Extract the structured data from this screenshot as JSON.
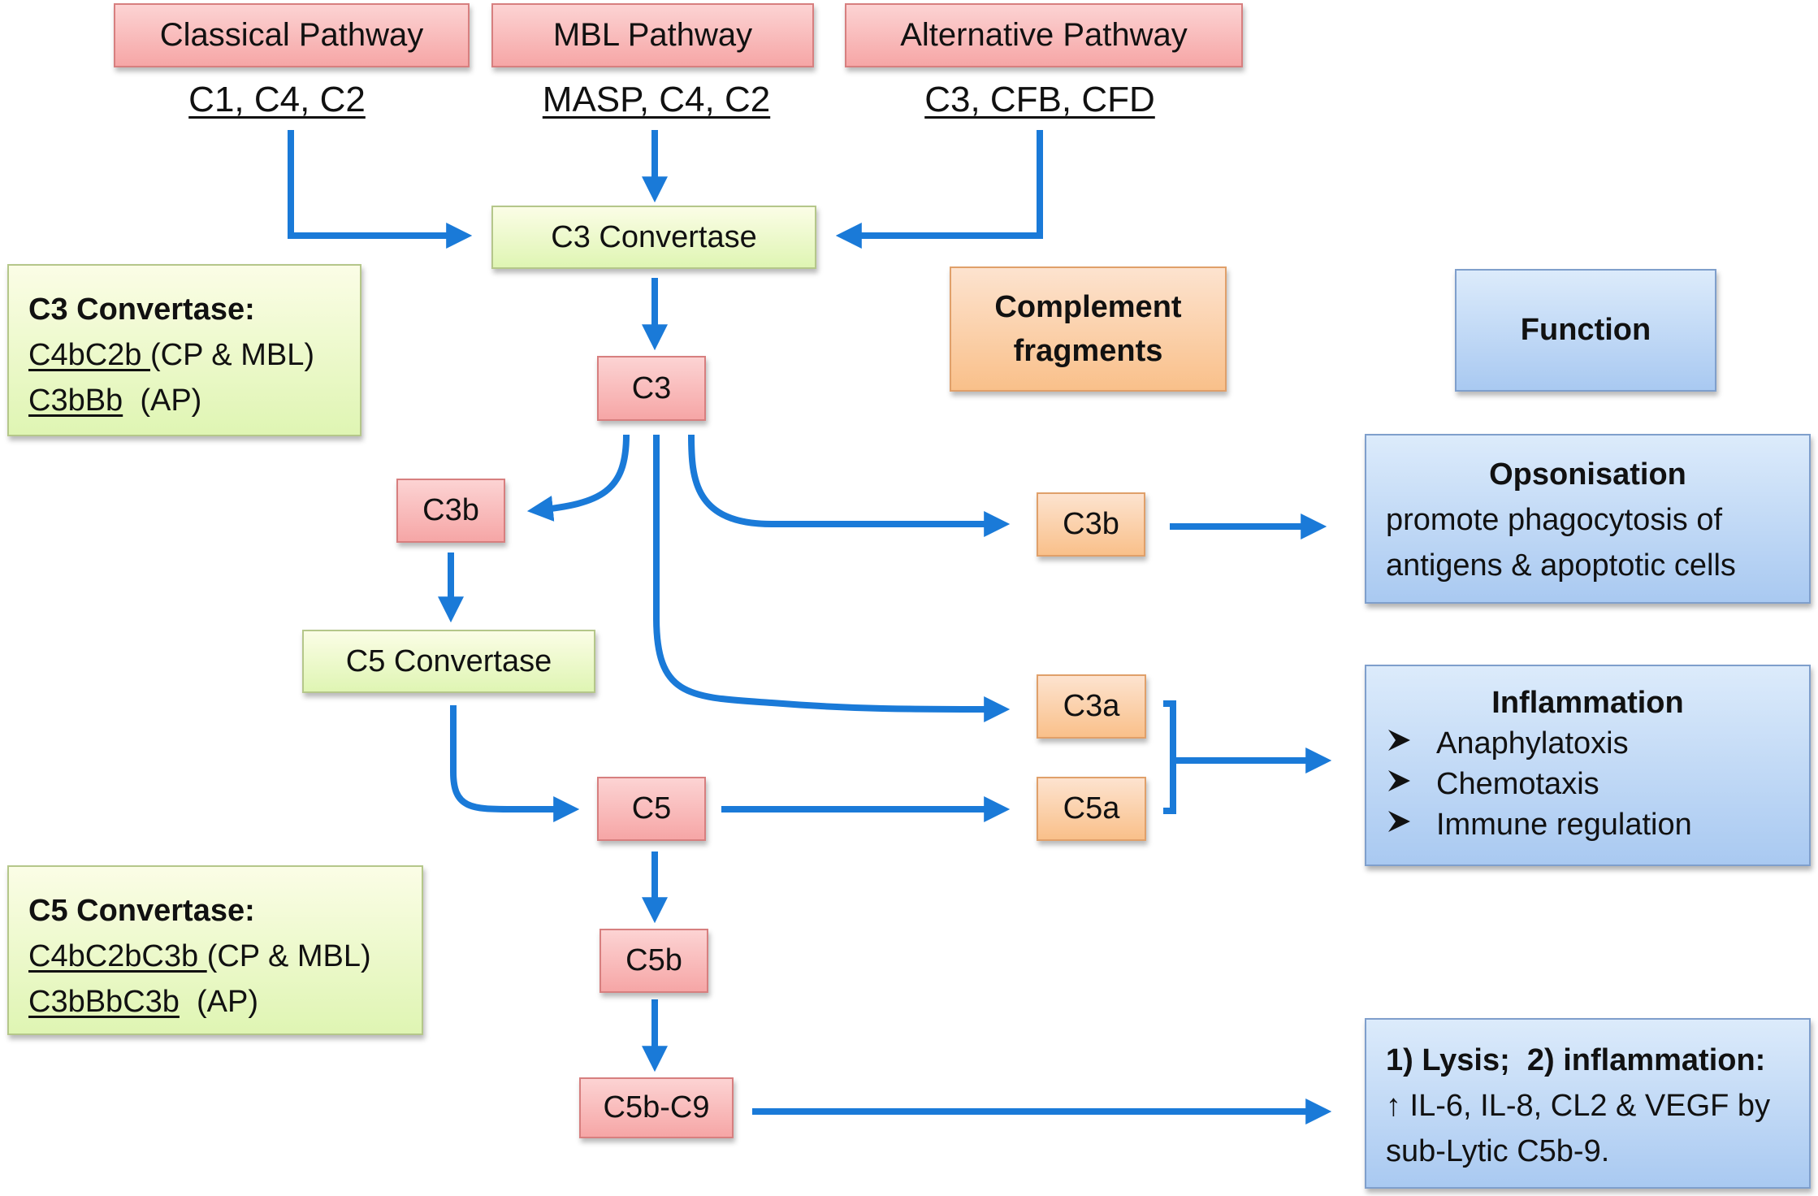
{
  "pathways": [
    {
      "title": "Classical Pathway",
      "components": "C1, C4, C2"
    },
    {
      "title": "MBL Pathway",
      "components": "MASP, C4, C2"
    },
    {
      "title": "Alternative Pathway",
      "components": "C3, CFB, CFD"
    }
  ],
  "nodes": {
    "c3_convertase": "C3 Convertase",
    "c3": "C3",
    "c3b_left": "C3b",
    "c5_convertase": "C5 Convertase",
    "c5": "C5",
    "c5b": "C5b",
    "c5b_c9": "C5b-C9"
  },
  "fragments": {
    "header_line1": "Complement",
    "header_line2": "fragments",
    "c3b": "C3b",
    "c3a": "C3a",
    "c5a": "C5a"
  },
  "notes": {
    "c3_convertase": {
      "title": "C3 Convertase:",
      "rows": [
        {
          "enzyme": "C4bC2b ",
          "context": "(CP & MBL)"
        },
        {
          "enzyme": "C3bBb",
          "context": "  (AP)"
        }
      ]
    },
    "c5_convertase": {
      "title": "C5 Convertase:",
      "rows": [
        {
          "enzyme": "C4bC2bC3b ",
          "context": "(CP & MBL)"
        },
        {
          "enzyme": "C3bBbC3b",
          "context": "  (AP)"
        }
      ]
    }
  },
  "functions": {
    "header": "Function",
    "opsonisation": {
      "title": "Opsonisation",
      "line1": "promote phagocytosis of",
      "line2": "antigens & apoptotic cells"
    },
    "inflammation": {
      "title": "Inflammation",
      "bullets": [
        "Anaphylatoxis",
        "Chemotaxis",
        "Immune regulation"
      ]
    },
    "lysis": {
      "title": "1) Lysis;  2) inflammation:",
      "up_arrow": "↑",
      "line1": " IL-6, IL-8, CL2 & VEGF by",
      "line2": "sub-Lytic C5b-9."
    }
  },
  "colors": {
    "arrow": "#1a7ad8",
    "pathway_box": "#f6a6a6",
    "convertase_box": "#dff5b3",
    "fragment_box": "#f9c08a",
    "function_box": "#a9c9f1"
  }
}
